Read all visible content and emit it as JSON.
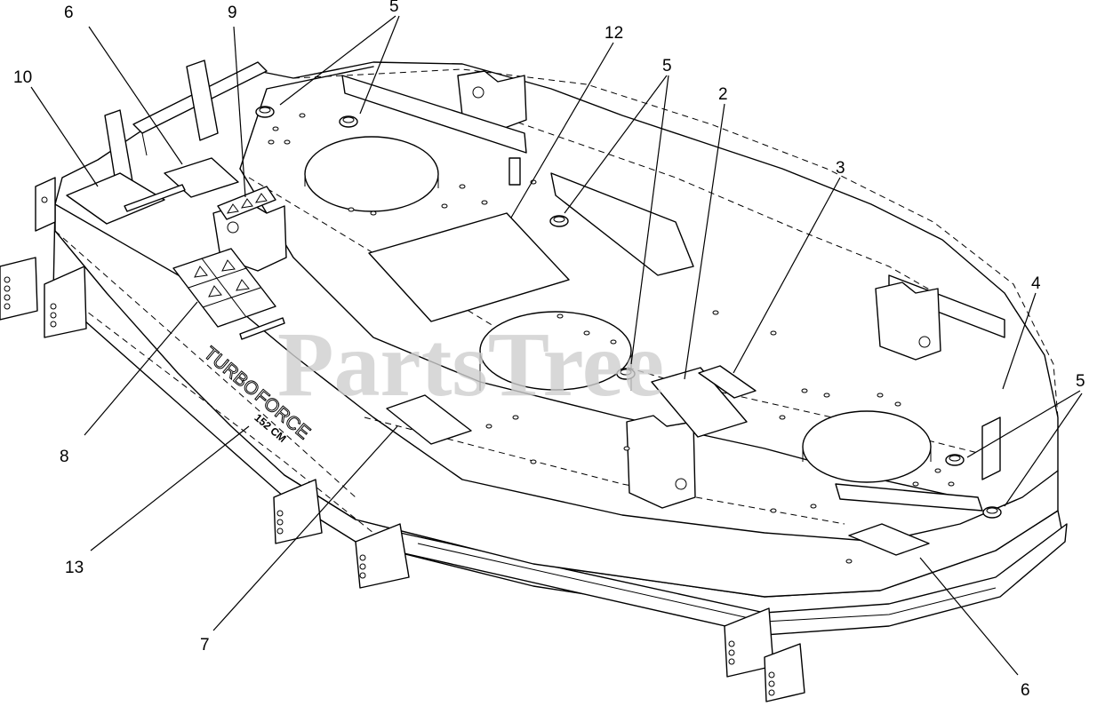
{
  "watermark": "PartsTree",
  "deck_text": {
    "brand_line1": "TURBO",
    "brand_line2": "FORCE",
    "size_label": "152 CM"
  },
  "callouts": [
    {
      "id": "c6a",
      "label": "6"
    },
    {
      "id": "c9",
      "label": "9"
    },
    {
      "id": "c5a",
      "label": "5"
    },
    {
      "id": "c10",
      "label": "10"
    },
    {
      "id": "c12",
      "label": "12"
    },
    {
      "id": "c5b",
      "label": "5"
    },
    {
      "id": "c2",
      "label": "2"
    },
    {
      "id": "c3",
      "label": "3"
    },
    {
      "id": "c4",
      "label": "4"
    },
    {
      "id": "c5c",
      "label": "5"
    },
    {
      "id": "c8",
      "label": "8"
    },
    {
      "id": "c13",
      "label": "13"
    },
    {
      "id": "c7",
      "label": "7"
    },
    {
      "id": "c6b",
      "label": "6"
    }
  ]
}
